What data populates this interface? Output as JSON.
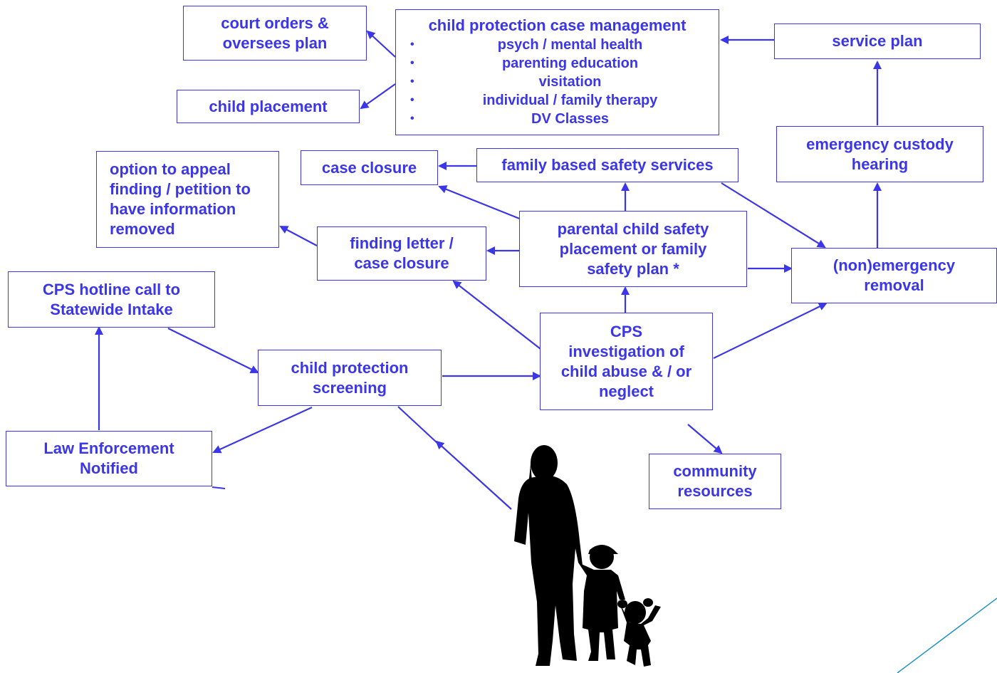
{
  "colors": {
    "accent": "#3b36e8",
    "silhouette": "#000000",
    "corner_line": "#1a8fb8"
  },
  "nodes": {
    "court_orders": "court orders &\noversees plan",
    "child_placement": "child placement",
    "case_management": {
      "title": "child protection case management",
      "items": [
        "psych / mental health",
        "parenting education",
        "visitation",
        "individual / family therapy",
        "DV Classes"
      ]
    },
    "service_plan": "service plan",
    "emergency_custody": "emergency custody\nhearing",
    "appeal": "option to appeal\nfinding / petition to\nhave information\nremoved",
    "case_closure": "case closure",
    "family_safety_services": "family based safety services",
    "finding_letter": "finding letter /\ncase closure",
    "parental_placement": "parental child safety\nplacement or family\nsafety plan *",
    "nonemergency_removal": "(non)emergency\nremoval",
    "hotline": "CPS hotline call to\nStatewide Intake",
    "screening": "child protection\nscreening",
    "investigation": "CPS\ninvestigation of\nchild abuse & / or\nneglect",
    "law_enforcement": "Law Enforcement\nNotified",
    "community": "community\nresources"
  },
  "illustration": {
    "icon": "family-silhouette-icon"
  }
}
